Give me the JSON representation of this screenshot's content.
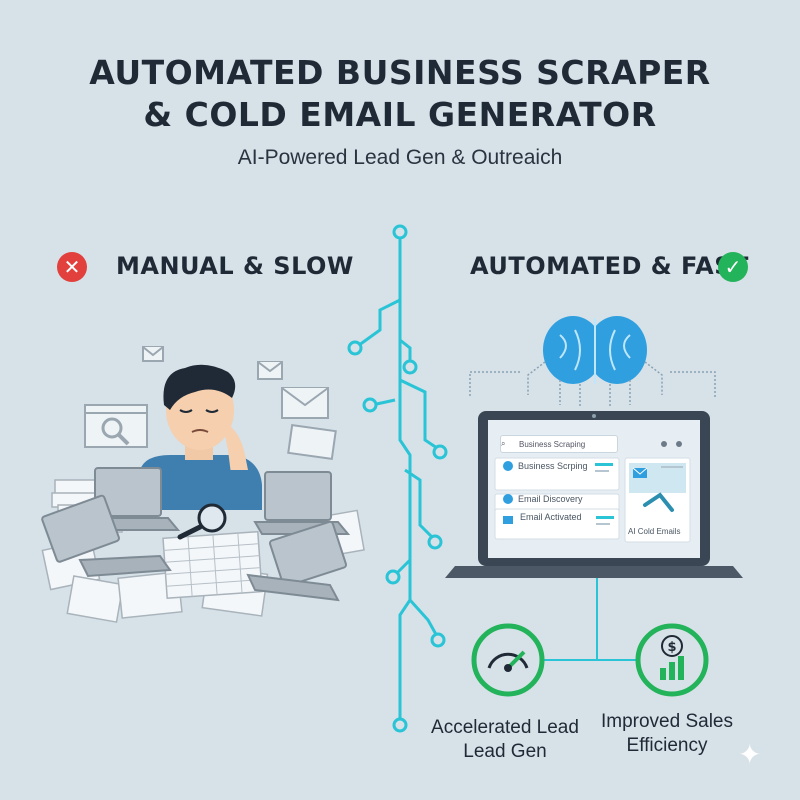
{
  "header": {
    "title_line1": "AUTOMATED BUSINESS SCRAPER",
    "title_line2": "& COLD EMAIL GENERATOR",
    "subtitle": "AI-Powered Lead Gen & Outreaich"
  },
  "left": {
    "heading": "MANUAL & SLOW",
    "badge": "✕"
  },
  "right": {
    "heading": "AUTOMATED & FAST",
    "badge": "✓",
    "dashboard": {
      "search_placeholder": "Business Scraping",
      "rows": [
        {
          "label": "Business Scrping"
        },
        {
          "label": "Email Discovery"
        },
        {
          "label": "Email Activated"
        }
      ],
      "card_label": "AI Cold Emails"
    },
    "metrics": [
      {
        "line1": "Accelerated Lead",
        "line2": "Lead Gen",
        "icon": "speedometer-icon"
      },
      {
        "line1": "Improved Sales",
        "line2": "Efficiency",
        "icon": "dollar-chart-icon"
      }
    ]
  },
  "colors": {
    "background": "#d6e1e8",
    "accent_teal": "#29c4d6",
    "success_green": "#23b35a",
    "error_red": "#e2403c",
    "brain_blue": "#2f9fe0",
    "laptop_dark": "#3a4654"
  },
  "decor": {
    "sparkle": "✦"
  }
}
